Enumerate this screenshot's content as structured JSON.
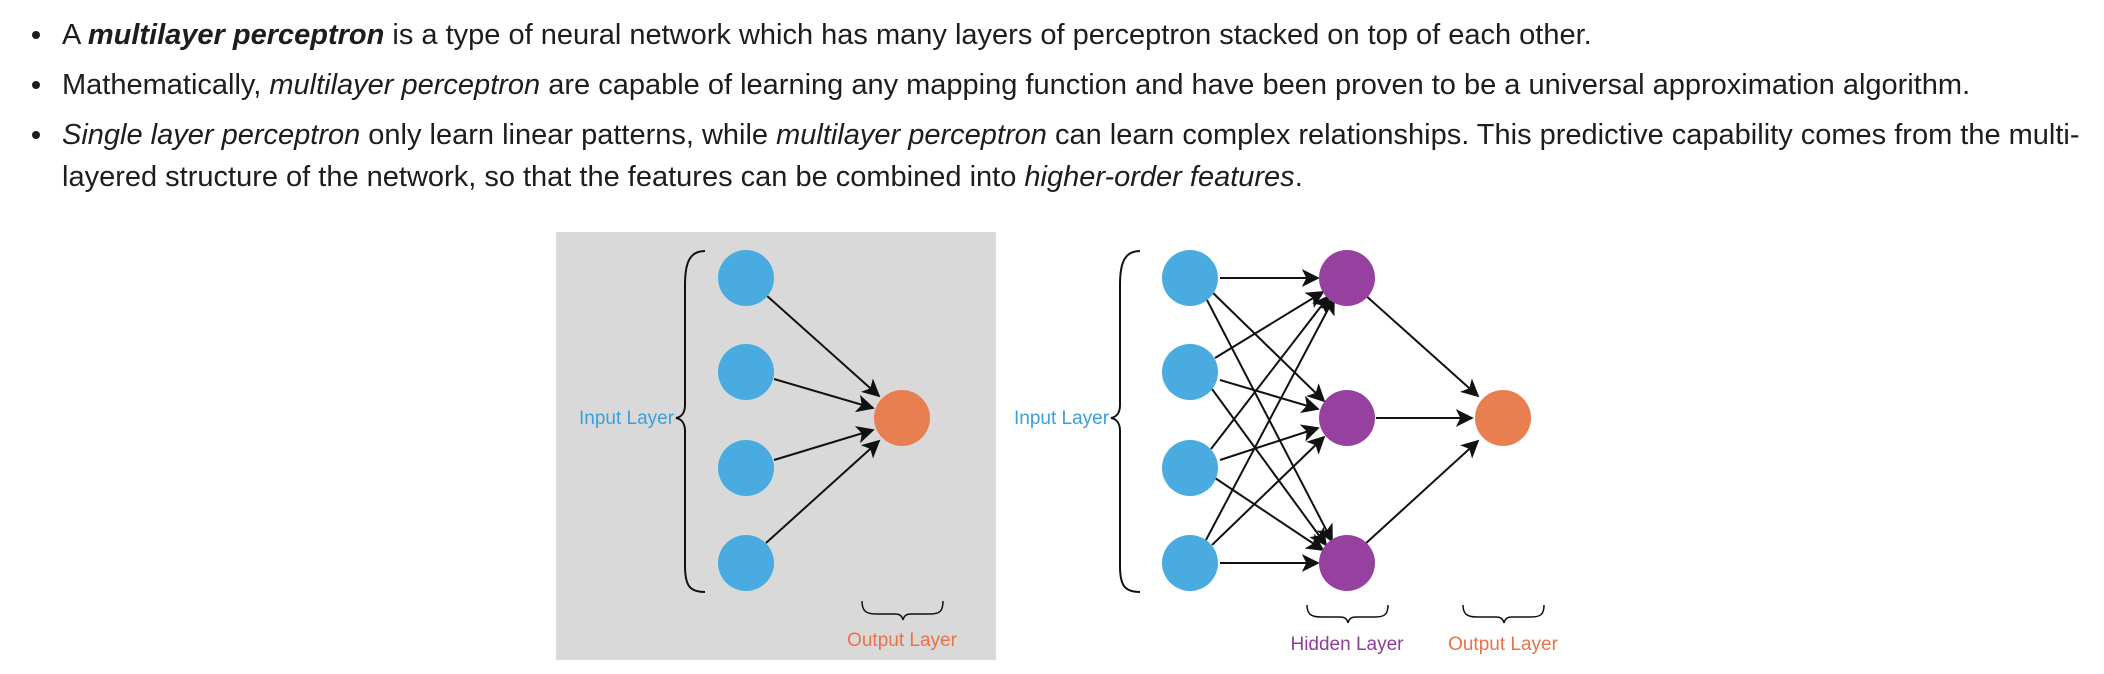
{
  "bullets": [
    {
      "pre": "A ",
      "em_bold": "multilayer perceptron",
      "post": " is a type of neural network which has many layers of perceptron stacked on top of each other."
    },
    {
      "pre": "Mathematically, ",
      "em": "multilayer perceptron",
      "post": " are capable of learning any mapping function and have been proven to be a universal approximation algorithm."
    },
    {
      "em1": "Single layer perceptron",
      "mid1": " only learn linear patterns, while ",
      "em2": "multilayer perceptron",
      "mid2": " can learn complex relationships. This predictive capability comes from the multi-layered structure of the network, so that the features can be combined into ",
      "em3": "higher-order features",
      "end": "."
    }
  ],
  "figure": {
    "left_panel": {
      "input_label": "Input Layer",
      "output_label": "Output Layer"
    },
    "right_panel": {
      "input_label": "Input Layer",
      "hidden_label": "Hidden Layer",
      "output_label": "Output Layer"
    },
    "colors": {
      "input_node": "#4aabe0",
      "hidden_node": "#96419f",
      "output_node": "#e97e50",
      "panel_bg": "#d9d9d9",
      "arrow": "#111111"
    }
  }
}
